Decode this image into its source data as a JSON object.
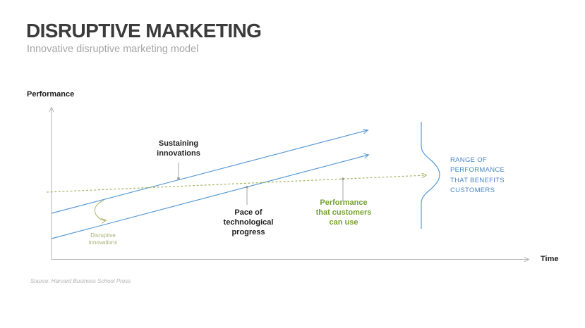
{
  "slide": {
    "title": "DISRUPTIVE MARKETING",
    "subtitle": "Innovative disruptive marketing model",
    "source": "Source: Harvard Business School Press"
  },
  "diagram": {
    "y_axis_label": "Performance",
    "x_axis_label": "Time",
    "sustaining": {
      "line1": "Sustaining",
      "line2": "innovations"
    },
    "pace": {
      "line1": "Pace of",
      "line2": "technological",
      "line3": "progress"
    },
    "customers": {
      "line1": "Performance",
      "line2": "that customers",
      "line3": "can use"
    },
    "disruptive": {
      "line1": "Disruptive",
      "line2": "innovations"
    },
    "range": {
      "line1": "RANGE OF",
      "line2": "PERFORMANCE",
      "line3": "THAT BENEFITS",
      "line4": "CUSTOMERS"
    }
  },
  "colors": {
    "trajectory_blue": "#5b9bd5",
    "range_text_blue": "#4a86c5",
    "olive_dashed": "#a9b666",
    "usable_green": "#76a033",
    "axis_gray": "#b3b3b3",
    "connector_gray": "#c6c6c6",
    "title_dark": "#3b3b3b",
    "subtitle_gray": "#a6a6a6"
  }
}
